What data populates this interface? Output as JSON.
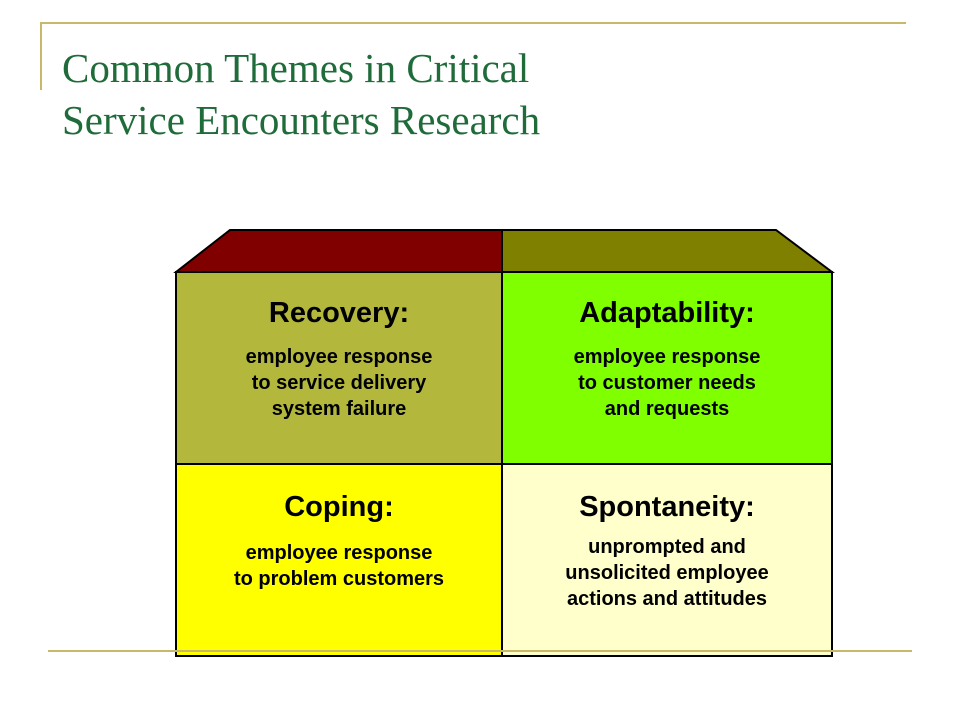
{
  "slide": {
    "title_line1": "Common Themes in Critical",
    "title_line2": "Service Encounters Research"
  },
  "colors": {
    "title": "#1f6b3a",
    "rule": "#c8b86a",
    "roof_left": "#800000",
    "roof_right": "#808000",
    "recovery": "#b3b83d",
    "adaptability": "#80ff00",
    "coping": "#ffff00",
    "spontaneity": "#ffffcc"
  },
  "quadrants": {
    "recovery": {
      "heading": "Recovery:",
      "description": "employee response\nto service delivery\nsystem failure"
    },
    "adaptability": {
      "heading": "Adaptability:",
      "description": "employee response\nto customer needs\nand requests"
    },
    "coping": {
      "heading": "Coping:",
      "description": "employee response\nto problem customers"
    },
    "spontaneity": {
      "heading": "Spontaneity:",
      "description": "unprompted and\nunsolicited employee\nactions and attitudes"
    }
  }
}
